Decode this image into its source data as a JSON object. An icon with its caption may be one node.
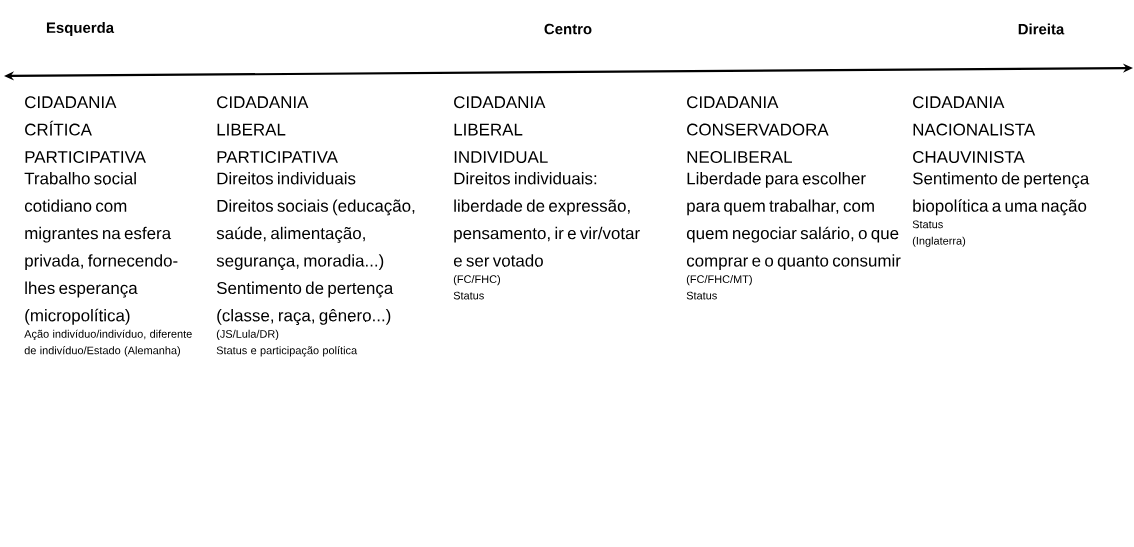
{
  "diagram": {
    "labels": [
      "Esquerda",
      "Centro",
      "Direita",
      "CIDADANIA CRÍTICA PARTICIPATIVA",
      "Trabalho social cotidiano com migrantes na esfera privada, fornecendo-lhes esperança (micropolítica)",
      "Ação indivíduo/indivíduo, diferente de indivíduo/Estado (Alemanha)",
      "CIDADANIA LIBERAL PARTICIPATIVA",
      "Direitos individuais",
      "Direitos sociais (educação, saúde, alimentação, segurança, moradia...)",
      "Sentimento de pertença (classe, raça, gênero...)",
      "(JS/Lula/DR)",
      "Status e participação política",
      "CIDADANIA LIBERAL INDIVIDUAL",
      "Direitos individuais: liberdade de expressão, pensamento, ir e vir/votar e ser votado",
      "(FC/FHC)",
      "Status",
      "CIDADANIA CONSERVADORA NEOLIBERAL",
      "Liberdade para escolher para quem trabalhar, com quem negociar salário, o que comprar e o quanto consumir",
      "(FC/FHC/MT)",
      "Status",
      "CIDADANIA NACIONALISTA CHAUVINISTA",
      "Sentimento de pertença biopolítica a uma nação",
      "Status",
      "(Inglaterra)"
    ]
  }
}
